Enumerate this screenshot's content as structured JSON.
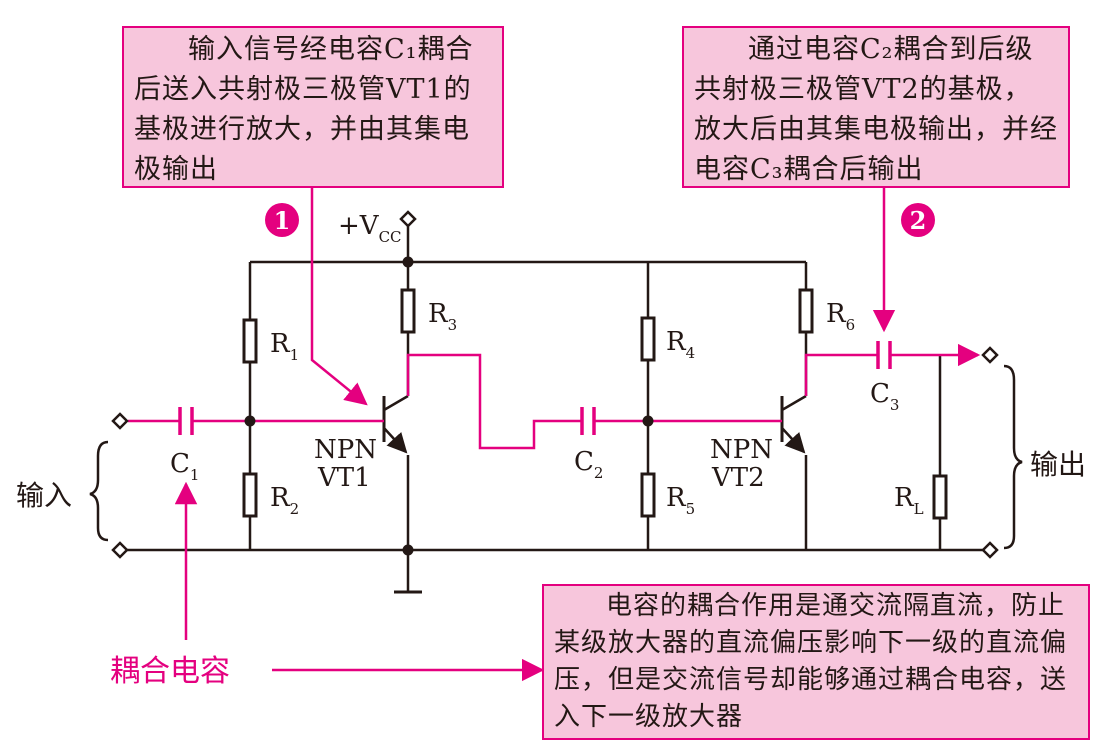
{
  "notes": {
    "note1": "输入信号经电容C₁耦合后送入共射极三极管VT1的基极进行放大，并由其集电极输出",
    "note2": "通过电容C₂耦合到后级共射极三极管VT2的基极，放大后由其集电极输出，并经电容C₃耦合后输出",
    "note3": "电容的耦合作用是通交流隔直流，防止某级放大器的直流偏压影响下一级的直流偏压，但是交流信号却能够通过耦合电容，送入下一级放大器"
  },
  "markers": {
    "m1": "1",
    "m2": "2"
  },
  "labels": {
    "vcc_prefix": "+V",
    "vcc_sub": "CC",
    "r1": "R",
    "r1_sub": "1",
    "r2": "R",
    "r2_sub": "2",
    "r3": "R",
    "r3_sub": "3",
    "r4": "R",
    "r4_sub": "4",
    "r5": "R",
    "r5_sub": "5",
    "r6": "R",
    "r6_sub": "6",
    "rl": "R",
    "rl_sub": "L",
    "c1": "C",
    "c1_sub": "1",
    "c2": "C",
    "c2_sub": "2",
    "c3": "C",
    "c3_sub": "3",
    "vt1_type": "NPN",
    "vt1_name": "VT1",
    "vt2_type": "NPN",
    "vt2_name": "VT2",
    "input": "输入",
    "output": "输出",
    "coupling_cap": "耦合电容"
  },
  "colors": {
    "accent": "#e4007f",
    "box_fill": "#f7c6dc",
    "wire": "#231815"
  }
}
